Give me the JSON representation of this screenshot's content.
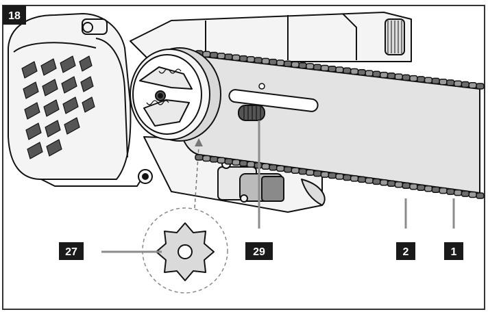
{
  "figure": {
    "number": "18"
  },
  "callouts": [
    {
      "id": "sprocket",
      "label": "27"
    },
    {
      "id": "adjuster-pin",
      "label": "29"
    },
    {
      "id": "drive-link",
      "label": "2"
    },
    {
      "id": "cutter",
      "label": "1"
    }
  ],
  "colors": {
    "ink": "#111111",
    "bar_fill": "#e3e3e3",
    "body_fill": "#f4f4f4",
    "badge_bg": "#1a1a1a",
    "badge_text": "#ffffff",
    "callout_line": "#8c8c8c"
  }
}
